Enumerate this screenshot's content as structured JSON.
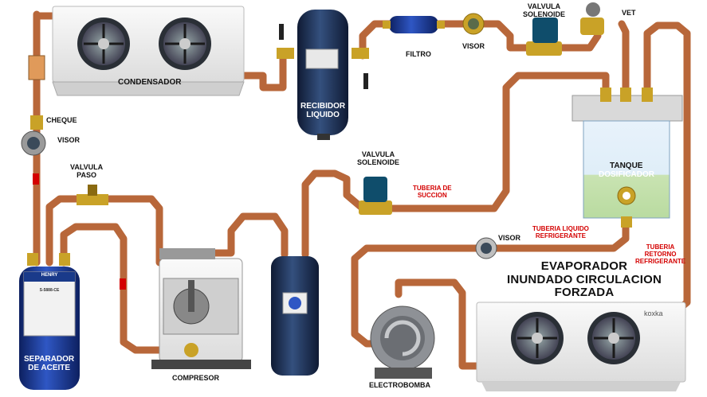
{
  "labels": {
    "condensador": "CONDENSADOR",
    "recibidor": "RECIBIDOR\nLIQUIDO",
    "filtro": "FILTRO",
    "visor_top": "VISOR",
    "valvula_solenoide_top": "VALVULA\nSOLENOIDE",
    "vet": "VET",
    "cheque": "CHEQUE",
    "visor_left": "VISOR",
    "valvula_paso": "VALVULA\nPASO",
    "valvula_solenoide_mid": "VALVULA\nSOLENOIDE",
    "tuberia_succion": "TUBERIA DE\nSUCCION",
    "tanque": "TANQUE",
    "dosificador": "DOSIFICADOR",
    "visor_right": "VISOR",
    "tuberia_liquido": "TUBERIA LIQUIDO\nREFRIGERANTE",
    "tuberia_retorno": "TUBERIA\nRETORNO\nREFRIGERANTE",
    "evaporador": "EVAPORADOR\nINUNDADO CIRCULACION\nFORZADA",
    "separador": "SEPARADOR\nDE ACEITE",
    "compresor": "COMPRESOR",
    "electrobomba": "ELECTROBOMBA"
  },
  "brand": {
    "evaporator": "koxka",
    "separator_maker": "HENRY",
    "separator_model": "S-5888-CE"
  },
  "colors": {
    "copper": "#c1713f",
    "copper_light": "#e6a37a",
    "copper_dark": "#7e4220",
    "tank_blue": "#1a3a8a",
    "receiver_navy": "#1c2d52",
    "brass": "#c9a227",
    "label_red": "#d40000"
  }
}
